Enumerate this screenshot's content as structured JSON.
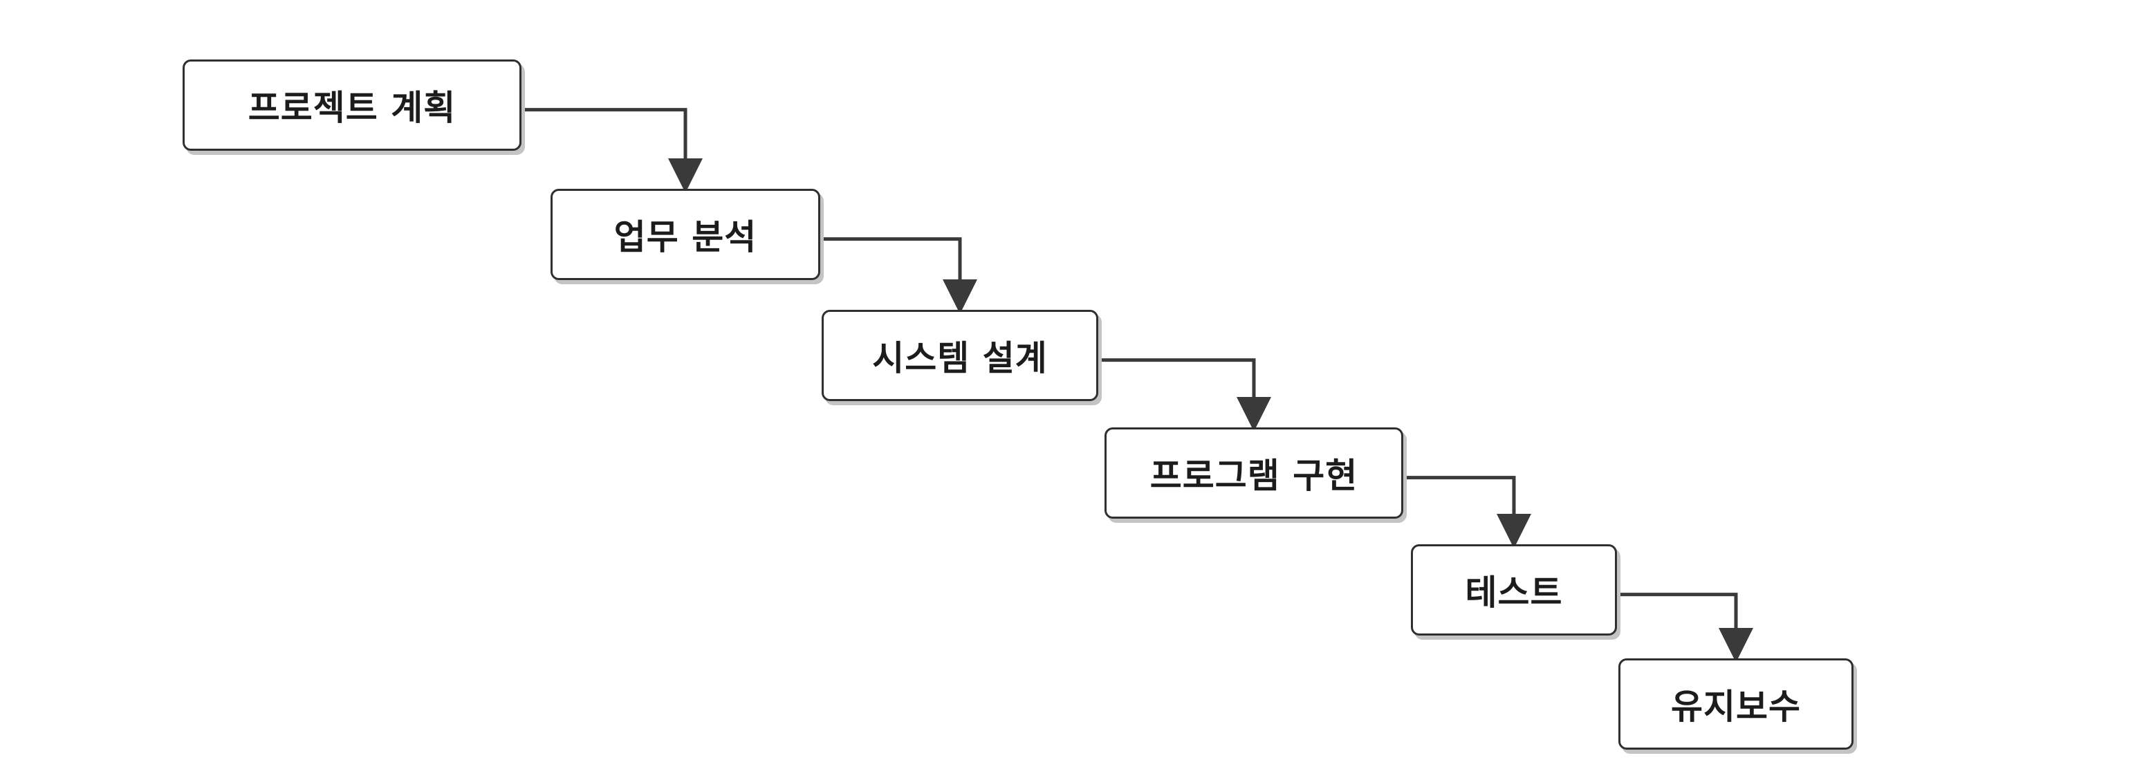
{
  "diagram": {
    "type": "waterfall-flow",
    "line_color": "#3a3a3a",
    "border_color": "#2f2f2f",
    "shadow_color": "#c4c4c4",
    "stages": [
      {
        "label": "프로젝트 계획"
      },
      {
        "label": "업무 분석"
      },
      {
        "label": "시스템 설계"
      },
      {
        "label": "프로그램 구현"
      },
      {
        "label": "테스트"
      },
      {
        "label": "유지보수"
      }
    ],
    "connectors": [
      {
        "from": 0,
        "to": 1
      },
      {
        "from": 1,
        "to": 2
      },
      {
        "from": 2,
        "to": 3
      },
      {
        "from": 3,
        "to": 4
      },
      {
        "from": 4,
        "to": 5
      }
    ]
  }
}
